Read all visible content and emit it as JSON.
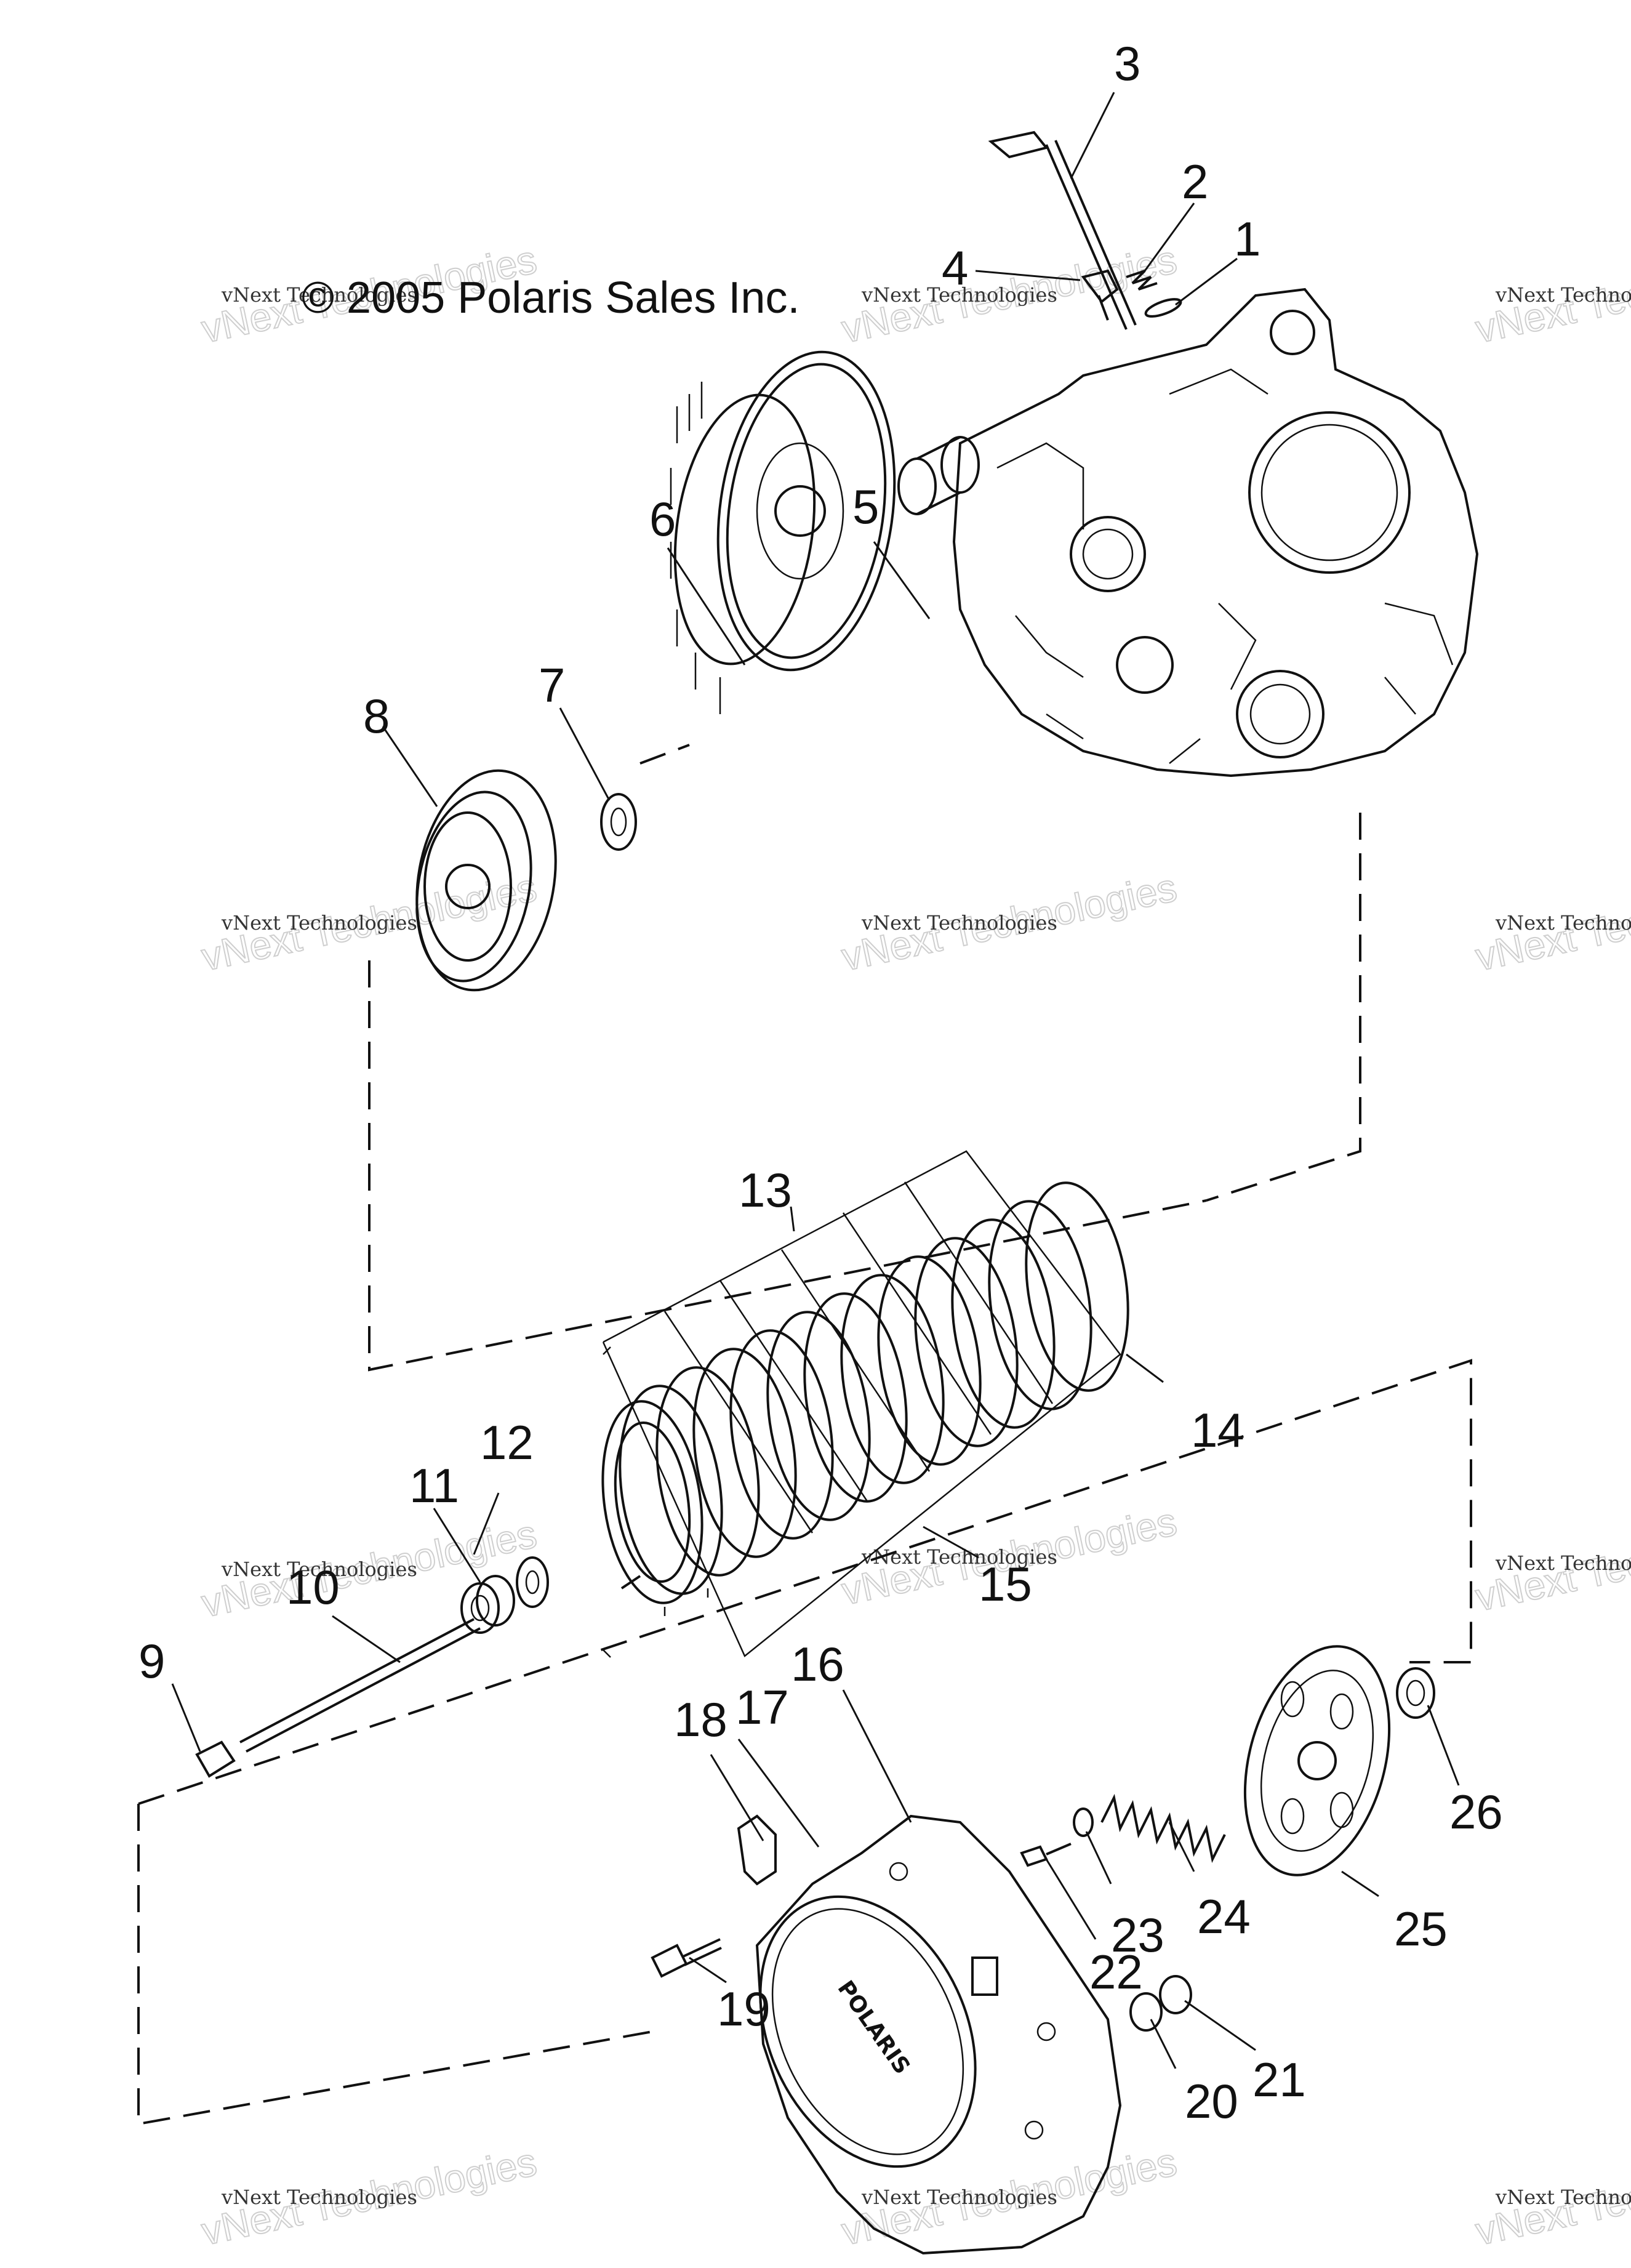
{
  "copyright": "© 2005 Polaris Sales Inc.",
  "watermark": {
    "line1": "vNext Technologies",
    "line2": "vNext Technologies"
  },
  "cover_logo": "POLARIS",
  "callouts": [
    "1",
    "2",
    "3",
    "4",
    "5",
    "6",
    "7",
    "8",
    "9",
    "10",
    "11",
    "12",
    "13",
    "14",
    "15",
    "16",
    "17",
    "18",
    "19",
    "20",
    "21",
    "22",
    "23",
    "24",
    "25",
    "26"
  ]
}
